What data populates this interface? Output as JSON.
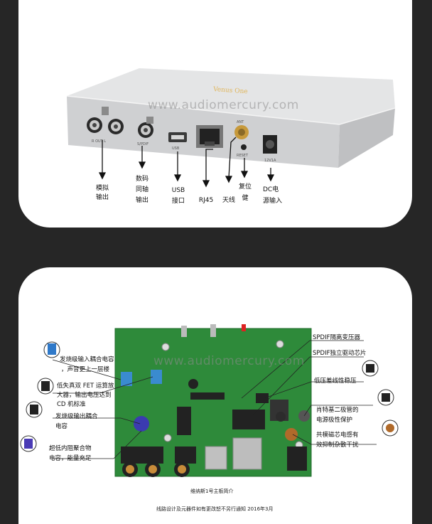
{
  "watermark": "www.audiomercury.com",
  "top": {
    "device_panel_labels": {
      "out": "R    OUT    L",
      "spdif": "S/PDIF",
      "usb": "USB",
      "ant": "ANT",
      "reset": "RESET",
      "power": "12V1A"
    },
    "port_labels": [
      [
        "模拟",
        "输出"
      ],
      [
        "数码",
        "同轴",
        "输出"
      ],
      [
        "USB",
        "接口"
      ],
      [
        "RJ45"
      ],
      [
        "天线"
      ],
      [
        "复位",
        "健"
      ],
      [
        "DC电",
        "源输入"
      ]
    ]
  },
  "board": {
    "callouts_right": [
      "SPDIF隔离变压器",
      "SPDIF独立驱动芯片",
      "低压差线性稳压",
      "肖特基二极管的",
      "电源极性保护",
      "共模磁芯电感有",
      "效抑制杂散干扰"
    ],
    "callouts_left": [
      "发烧级输入耦合电容",
      "，声音更上一层楼",
      "低失真双 FET 运算放",
      "大器，输出电压达到",
      "CD 机标准",
      "发烧级输出耦合",
      "电容",
      "超低内阻聚合物",
      "电容，能量充足"
    ],
    "caption": "维纳斯1号主板简介",
    "footnote": "线路设计及元器件如有更改恕不另行通知    2016年3月"
  },
  "colors": {
    "background": "#262626",
    "panel": "#ffffff",
    "pcb": "#2e8a3a",
    "device": "#d8d9da"
  }
}
